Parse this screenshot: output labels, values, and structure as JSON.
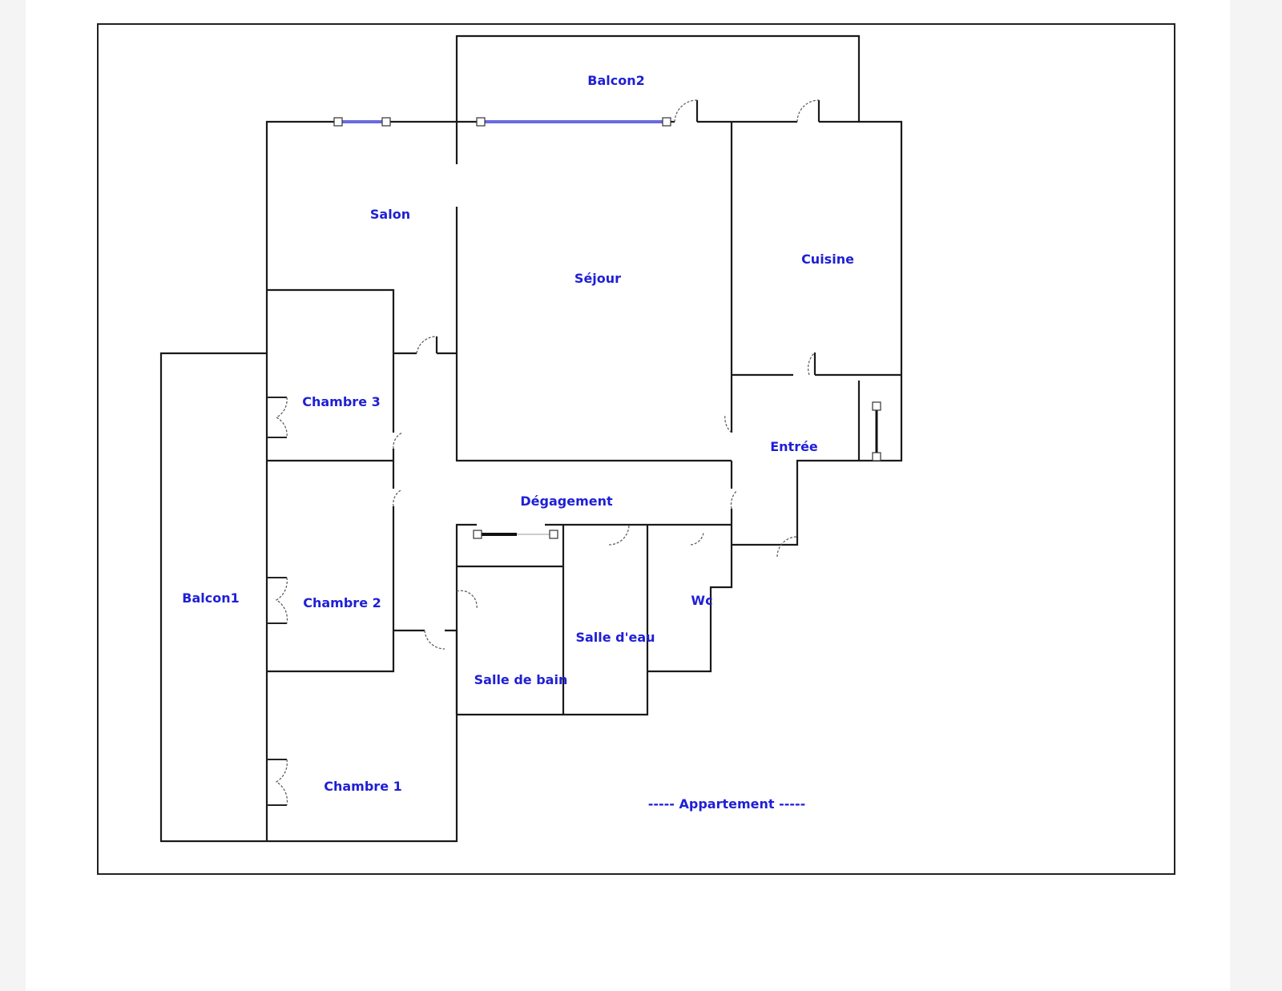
{
  "plan": {
    "title": "----- Appartement -----",
    "rooms": {
      "balcon2": "Balcon2",
      "salon": "Salon",
      "sejour": "Séjour",
      "cuisine": "Cuisine",
      "chambre3": "Chambre 3",
      "entree": "Entrée",
      "degagement": "Dégagement",
      "balcon1": "Balcon1",
      "chambre2": "Chambre 2",
      "wc": "Wc",
      "salle_eau": "Salle d'eau",
      "salle_bain": "Salle de bain",
      "chambre1": "Chambre 1"
    },
    "colors": {
      "label": "#1f1fd6",
      "wall": "#1a1a1a",
      "window": "#6a6ae0"
    }
  }
}
